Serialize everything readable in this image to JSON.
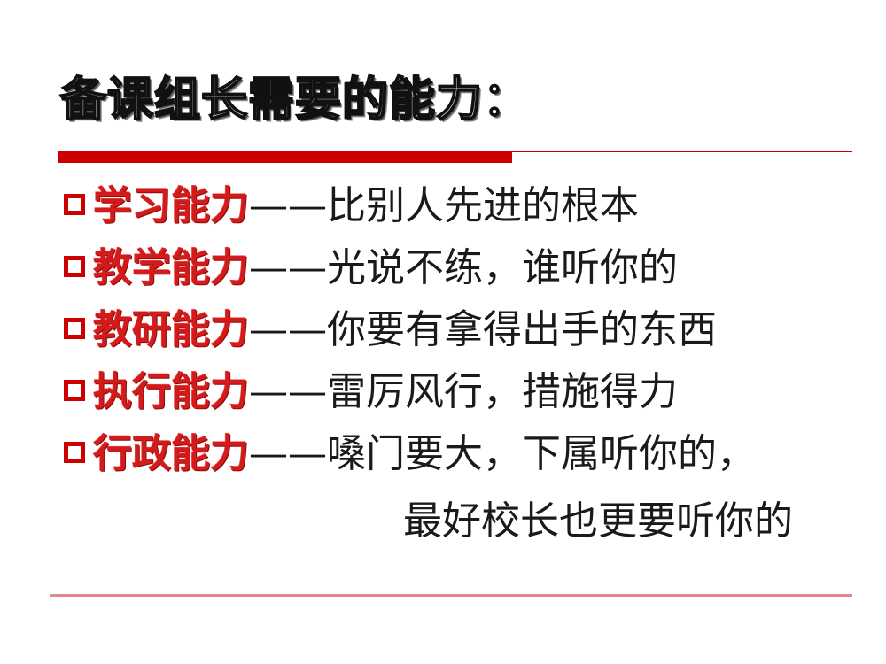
{
  "slide": {
    "title": "备课组长需要的能力：",
    "bullet_marker": "hollow-square",
    "bullets": [
      {
        "key": "学习能力",
        "rest": "——比别人先进的根本"
      },
      {
        "key": "教学能力",
        "rest": "——光说不练，谁听你的"
      },
      {
        "key": "教研能力",
        "rest": "——你要有拿得出手的东西"
      },
      {
        "key": "执行能力",
        "rest": "——雷厉风行，措施得力"
      },
      {
        "key": "行政能力",
        "rest": "——嗓门要大，下属听你的，"
      }
    ],
    "continuation": "最好校长也更要听你的",
    "colors": {
      "accent_red": "#cc0000",
      "key_red": "#d41b1b",
      "body_black": "#1a1a1a",
      "footer_rule": "#e08a8a",
      "background": "#ffffff"
    }
  }
}
